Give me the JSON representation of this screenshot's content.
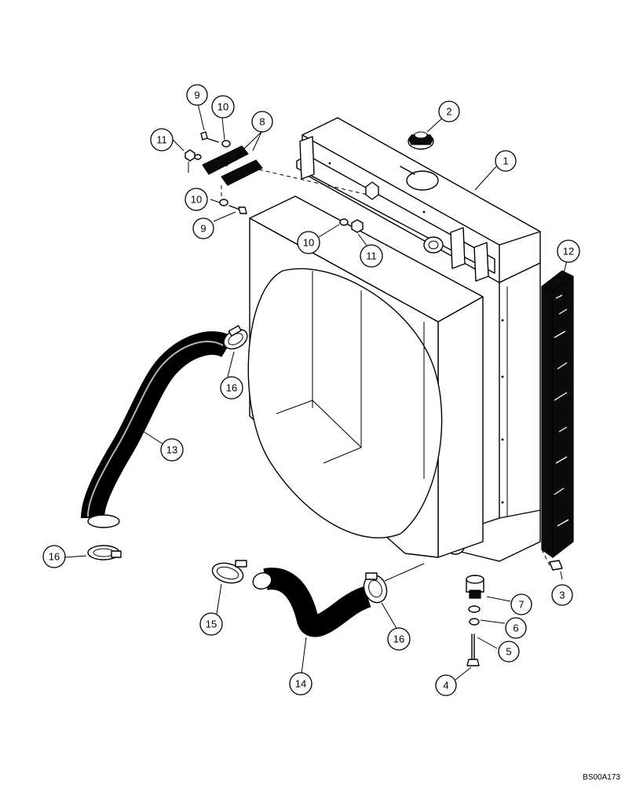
{
  "callouts": {
    "c1": "1",
    "c2": "2",
    "c3": "3",
    "c4": "4",
    "c5": "5",
    "c6": "6",
    "c7": "7",
    "c8": "8",
    "c9a": "9",
    "c9b": "9",
    "c10a": "10",
    "c10b": "10",
    "c10c": "10",
    "c11a": "11",
    "c11b": "11",
    "c12": "12",
    "c13": "13",
    "c14": "14",
    "c15": "15",
    "c16a": "16",
    "c16b": "16",
    "c16c": "16"
  },
  "drawing_code": "BS00A173"
}
